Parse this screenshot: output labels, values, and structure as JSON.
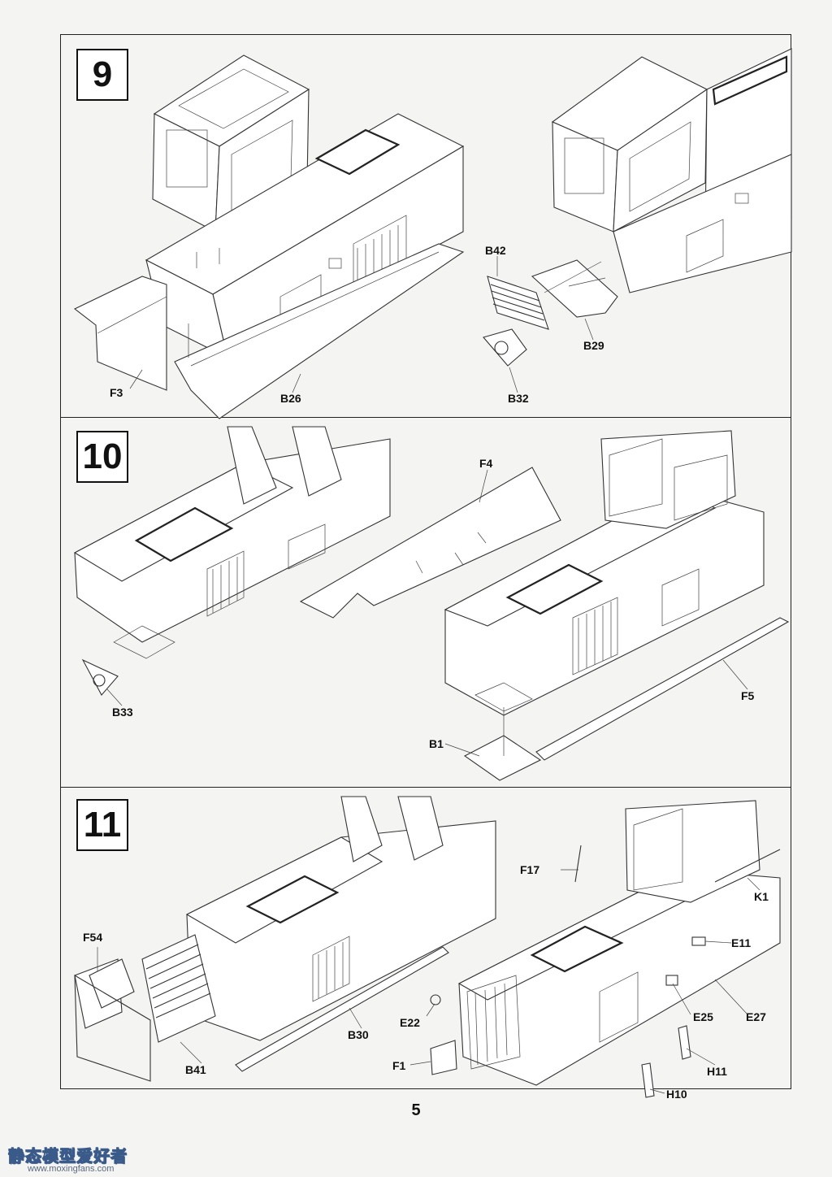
{
  "steps": [
    {
      "number": "9"
    },
    {
      "number": "10"
    },
    {
      "number": "11"
    }
  ],
  "parts": {
    "s9": {
      "f3": "F3",
      "b26": "B26",
      "b42": "B42",
      "b29": "B29",
      "b32": "B32"
    },
    "s10": {
      "b33": "B33",
      "f4": "F4",
      "f5": "F5",
      "b1": "B1"
    },
    "s11": {
      "f54": "F54",
      "b41": "B41",
      "b30": "B30",
      "f17": "F17",
      "k1": "K1",
      "e11": "E11",
      "e22": "E22",
      "e25": "E25",
      "e27": "E27",
      "f1": "F1",
      "h11": "H11",
      "h10": "H10"
    }
  },
  "page_number": "5",
  "watermark": {
    "text": "静态模型爱好者",
    "url": "www.moxingfans.com"
  }
}
